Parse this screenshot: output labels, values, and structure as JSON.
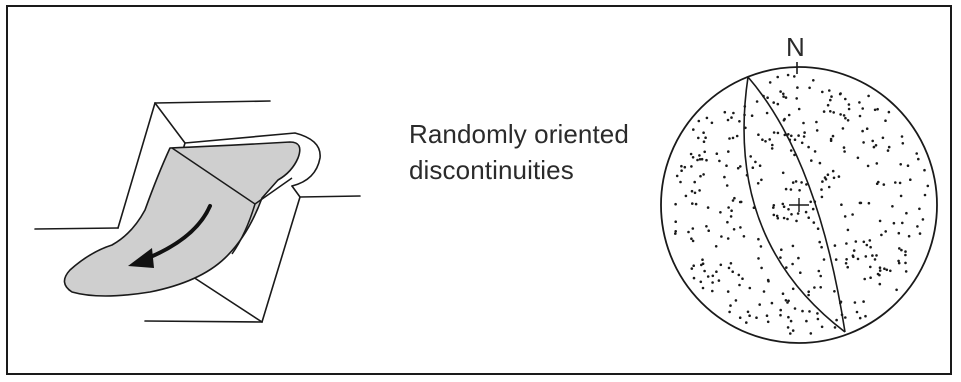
{
  "figure": {
    "caption_line1": "Randomly oriented",
    "caption_line2": "discontinuities",
    "north_label": "N"
  },
  "colors": {
    "ink": "#1a1a1a",
    "slide_fill": "#cfcfcf",
    "background": "#ffffff"
  },
  "icons": [
    "slope-block-diagram",
    "slide-direction-arrow",
    "stereonet-circle",
    "great-circle-arc",
    "random-pole-dots"
  ]
}
